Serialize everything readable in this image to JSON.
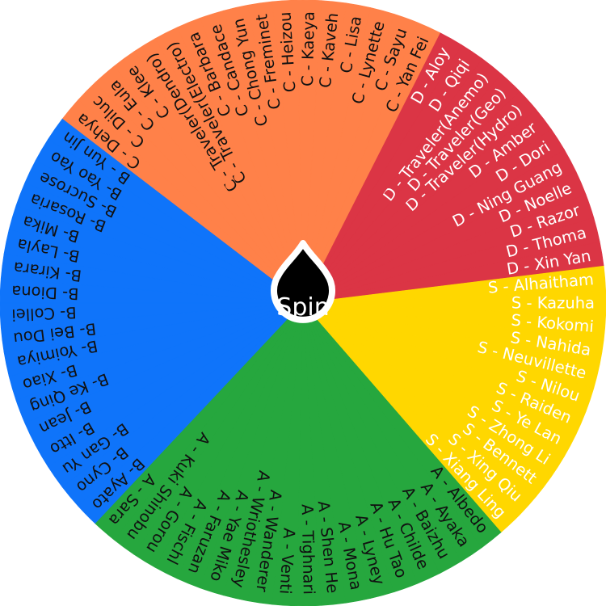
{
  "wheel": {
    "tiers": [
      {
        "name": "D",
        "color": "#DB3545",
        "text_color": "#FFFFFF",
        "items": [
          "D - Xin Yan",
          "D - Thoma",
          "D - Razor",
          "D - Noelle",
          "D - Ning Guang",
          "D - Dori",
          "D - Amber",
          "D - Traveler(Hydro)",
          "D - Traveler(Geo)",
          "D - Traveler(Anemo)",
          "D - Qiqi",
          "D - Aloy"
        ]
      },
      {
        "name": "C",
        "color": "#FF8149",
        "text_color": "#111111",
        "items": [
          "C - Yan Fei",
          "C - Sayu",
          "C - Lynette",
          "C - Lisa",
          "C - Kaveh",
          "C - Kaeya",
          "C - Heizou",
          "C - Freminet",
          "C - Chong Yun",
          "C - Candace",
          "C - Barbara",
          "C - Traveler(Electro)",
          "C - Traveler(Dendro)",
          "C - Klee",
          "C - Eula",
          "C - Diluc",
          "C - Dehya"
        ]
      },
      {
        "name": "B",
        "color": "#0F74FA",
        "text_color": "#111111",
        "items": [
          "B - Yun Jin",
          "B- Yao Yao",
          "B- Sucrose",
          "B- Rosaria",
          "B- Mika",
          "B- Layla",
          "B- Kirara",
          "B- Diona",
          "B- Collei",
          "B- Bei Dou",
          "B- Yoimiya",
          "B- Xiao",
          "B- Ke Qing",
          "B- Jean",
          "B- Itto",
          "B- Gan Yu",
          "B- Cyno",
          "B- Ayato"
        ]
      },
      {
        "name": "A",
        "color": "#26A73E",
        "text_color": "#111111",
        "items": [
          "A - Sara",
          "A - Kuki Shinobu",
          "A - Gorou",
          "A - Fischl",
          "A - Faruzan",
          "A - Yae Miko",
          "A - Wriothesley",
          "A - Wanderer",
          "A - Venti",
          "A - Tighnari",
          "A - Shen He",
          "A - Mona",
          "A - Lyney",
          "A - Hu Tao",
          "A - Childe",
          "A - Baizhu",
          "A - Ayaka",
          "A - Albedo"
        ]
      },
      {
        "name": "S",
        "color": "#FFD700",
        "text_color": "#FFFFFF",
        "items": [
          "S - Xiang Ling",
          "S - Xing Qiu",
          "S - Bennett",
          "S - Zhong Li",
          "S - Ye Lan",
          "S - Raiden",
          "S - Nilou",
          "S - Neuvillette",
          "S - Nahida",
          "S - Kokomi",
          "S - Kazuha",
          "S - Alhaitham"
        ]
      }
    ]
  },
  "spin_button": {
    "label": "Spin",
    "color": "#000000",
    "border_color": "#FFFFFF",
    "text_color": "#FFFFFF"
  }
}
